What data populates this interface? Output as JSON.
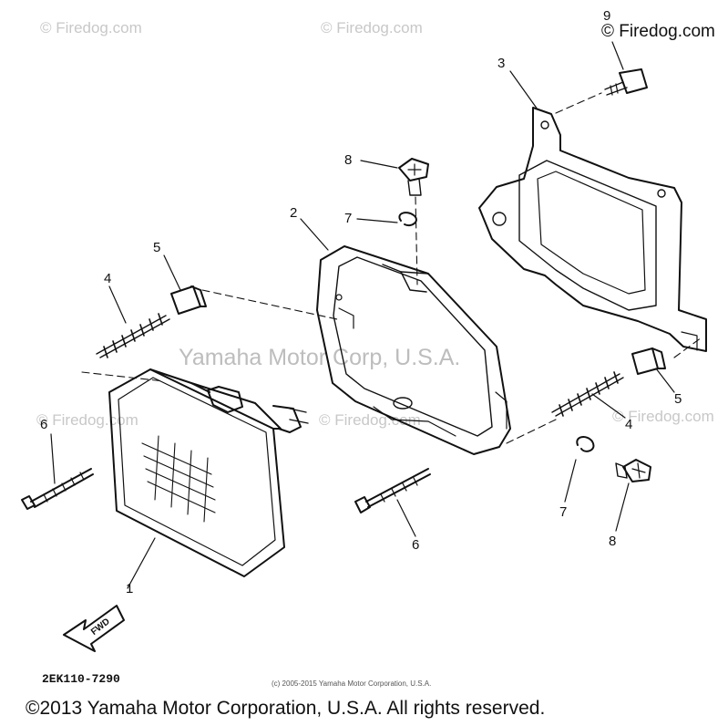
{
  "watermarks": {
    "corner": "© Firedog.com",
    "center": "Yamaha Motor Corp, U.S.A."
  },
  "callouts": {
    "c1": "1",
    "c2": "2",
    "c3": "3",
    "c4a": "4",
    "c4b": "4",
    "c5a": "5",
    "c5b": "5",
    "c6a": "6",
    "c6b": "6",
    "c7a": "7",
    "c7b": "7",
    "c8a": "8",
    "c8b": "8",
    "c9": "9"
  },
  "fwd_label": "FWD",
  "diagram_code": "2EK110-7290",
  "small_copyright": "(c) 2005-2015 Yamaha Motor Corporation, U.S.A.",
  "footer_copyright": "©2013 Yamaha Motor Corporation, U.S.A. All rights reserved."
}
